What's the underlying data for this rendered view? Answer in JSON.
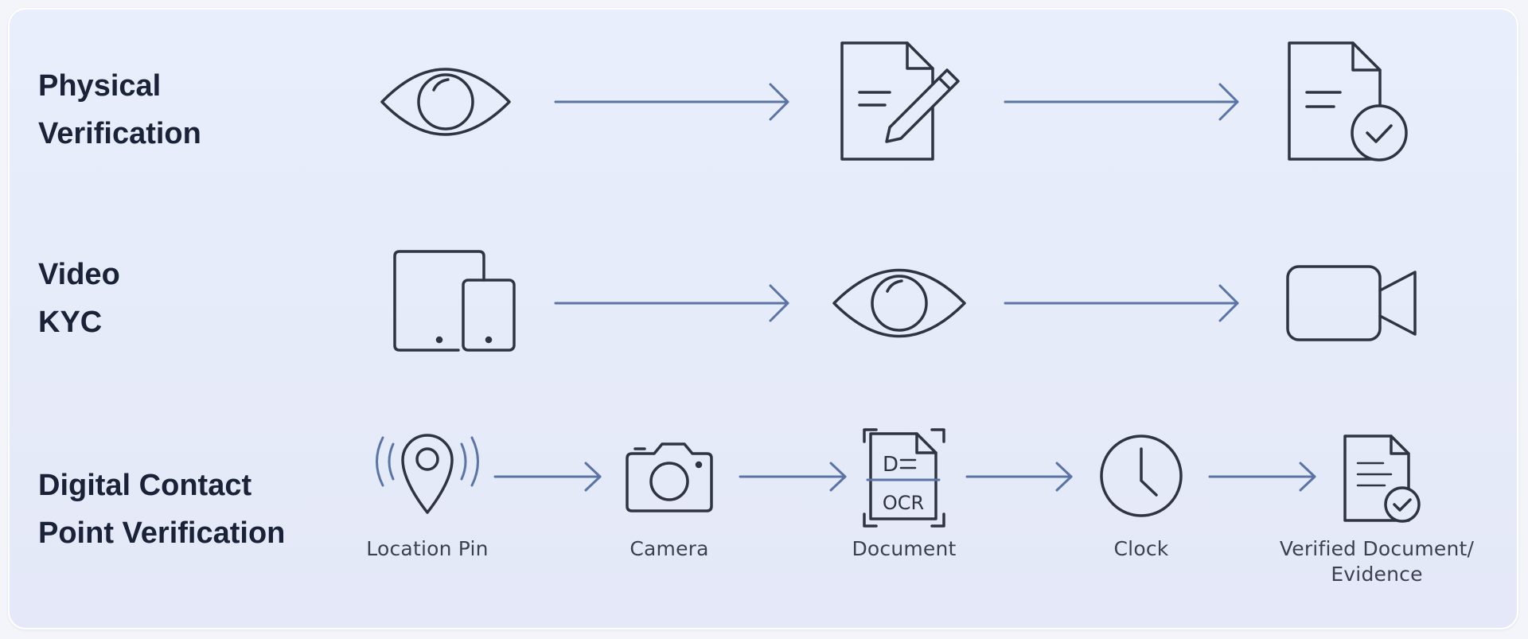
{
  "rows": [
    {
      "title_line1": "Physical",
      "title_line2": "Verification",
      "icons": [
        "eye-icon",
        "document-edit-icon",
        "document-check-icon"
      ]
    },
    {
      "title_line1": "Video",
      "title_line2": "KYC",
      "icons": [
        "devices-icon",
        "eye-icon",
        "video-camera-icon"
      ]
    },
    {
      "title_line1": "Digital Contact",
      "title_line2": "Point Verification",
      "icons": [
        "location-pin-icon",
        "camera-icon",
        "ocr-document-icon",
        "clock-icon",
        "verified-document-icon"
      ],
      "captions": [
        "Location Pin",
        "Camera",
        "Document",
        "Clock",
        "Verified Document/",
        "Evidence"
      ],
      "ocr_letter": "D",
      "ocr_text": "OCR"
    }
  ],
  "colors": {
    "icon": "#2f3440",
    "arrow": "#5b74a6",
    "title": "#1a2238",
    "caption": "#3b4150"
  }
}
